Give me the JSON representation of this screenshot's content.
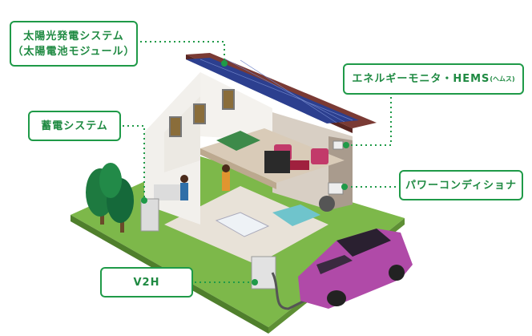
{
  "labels": {
    "solar_line1": "太陽光発電システム",
    "solar_line2": "（太陽電池モジュール）",
    "hems_main": "エネルギーモニタ・HEMS",
    "hems_reading": "(ヘムス)",
    "storage": "蓄電システム",
    "power_conditioner": "パワーコンディショナ",
    "v2h": "V2H"
  },
  "colors": {
    "accent": "#1f9a48",
    "car": "#b04aa8",
    "grass": "#7db84a"
  }
}
